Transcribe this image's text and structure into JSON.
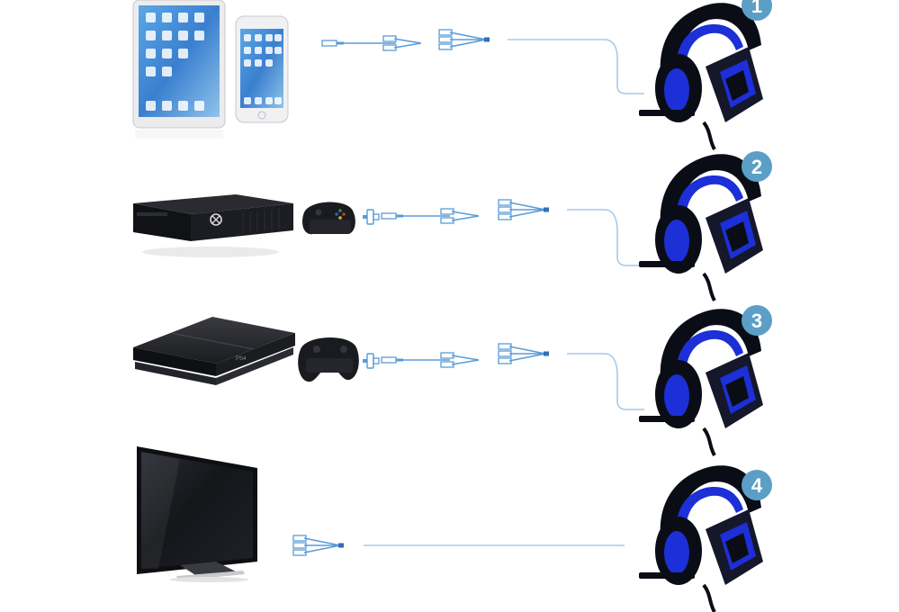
{
  "badges": [
    "1",
    "2",
    "3",
    "4"
  ],
  "colors": {
    "background": "#ffffff",
    "cable": "#5a9bd6",
    "cable_light": "#a9c9ea",
    "headset_body": "#0b0d16",
    "headset_accent": "#1d2fd6",
    "badge": "#5b9fc7",
    "badge_text": "#ffffff",
    "device_dark": "#17181c",
    "screen_glass": "#1c1e24"
  },
  "rows": [
    {
      "id": "row-1",
      "devices": [
        "tablet-icon",
        "smartphone-icon"
      ],
      "connector": "single-plug-to-splitter"
    },
    {
      "id": "row-2",
      "devices": [
        "xbox-console-icon",
        "xbox-controller-icon"
      ],
      "connector": "adapter-to-splitter"
    },
    {
      "id": "row-3",
      "devices": [
        "ps4-console-icon",
        "ps4-controller-icon"
      ],
      "connector": "adapter-to-splitter"
    },
    {
      "id": "row-4",
      "devices": [
        "tv-icon"
      ],
      "connector": "triple-plug"
    }
  ]
}
